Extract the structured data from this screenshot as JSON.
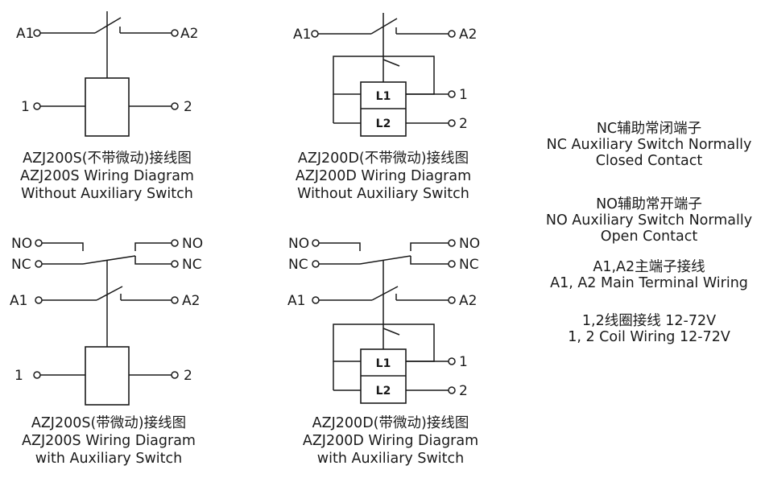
{
  "terminals": {
    "a1": "A1",
    "a2": "A2",
    "coil_1": "1",
    "coil_2": "2",
    "no": "NO",
    "nc": "NC",
    "l1": "L1",
    "l2": "L2"
  },
  "captions": {
    "d1": [
      "AZJ200S(不带微动)接线图",
      "AZJ200S Wiring Diagram",
      "Without Auxiliary Switch"
    ],
    "d2": [
      "AZJ200D(不带微动)接线图",
      "AZJ200D Wiring Diagram",
      "Without Auxiliary Switch"
    ],
    "d3": [
      "AZJ200S(带微动)接线图",
      "AZJ200S Wiring Diagram",
      "with Auxiliary Switch"
    ],
    "d4": [
      "AZJ200D(带微动)接线图",
      "AZJ200D Wiring Diagram",
      "with Auxiliary Switch"
    ]
  },
  "legend": {
    "nc": [
      "NC辅助常闭端子",
      "NC Auxiliary Switch Normally",
      "Closed Contact"
    ],
    "no": [
      "NO辅助常开端子",
      "NO Auxiliary Switch Normally",
      "Open Contact"
    ],
    "main": [
      "A1,A2主端子接线",
      "A1, A2 Main Terminal Wiring"
    ],
    "coil": [
      "1,2线圈接线  12-72V",
      "1, 2 Coil Wiring  12-72V"
    ]
  }
}
